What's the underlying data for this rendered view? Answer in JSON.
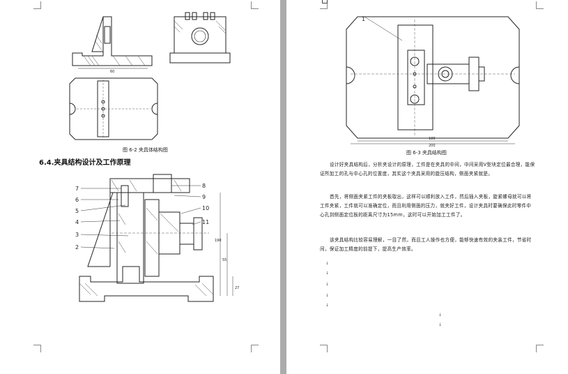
{
  "left_page": {
    "fig_62_caption": "图 6-2    夹具体结构图",
    "section_heading": "6.4.夹具结构设计及工作原理",
    "assembly_callouts": [
      "7",
      "6",
      "5",
      "4",
      "3",
      "2",
      "8",
      "9",
      "10",
      "11"
    ],
    "dims": {
      "base_width": "60",
      "height_190": "190",
      "height_55": "55",
      "height_27": "27"
    }
  },
  "right_page": {
    "fig_63_caption": "图 6-3    夹具结构图",
    "callout_1": "1",
    "dims": {
      "width_200": "200",
      "width_180": "180"
    },
    "paragraphs": [
      "设计好夹具结构后，分析夹设计的原理，工件是在夹具的中间，中间采用V型块定位最合理，能保证所加工的孔与中心孔的位置度，其实这个夹具采用的旋压结构，侧面夹紧就是。",
      "首先，将侧面夹紧工件的夹板取出，这样可以顺利放入工件，然后插入夹板，旋紧螺母就可以将工件夹紧，工件就可以准确定位，而且利用侧面的压力，就夹好工件，设计夹具时要确保此时零件中心孔到侧面定位板的距离尺寸为15mm，这时可以开始加工工件了。",
      "该夹具结构比较容易理解，一目了然，而且工人操作也方便，能够快速有效的夹装工件，节省时间，保证加工精度的前提下，提高生产效率。"
    ],
    "empty_para_marks": [
      "↓",
      "↓",
      "↓",
      "↓",
      "↓",
      "↓",
      "↓"
    ]
  }
}
